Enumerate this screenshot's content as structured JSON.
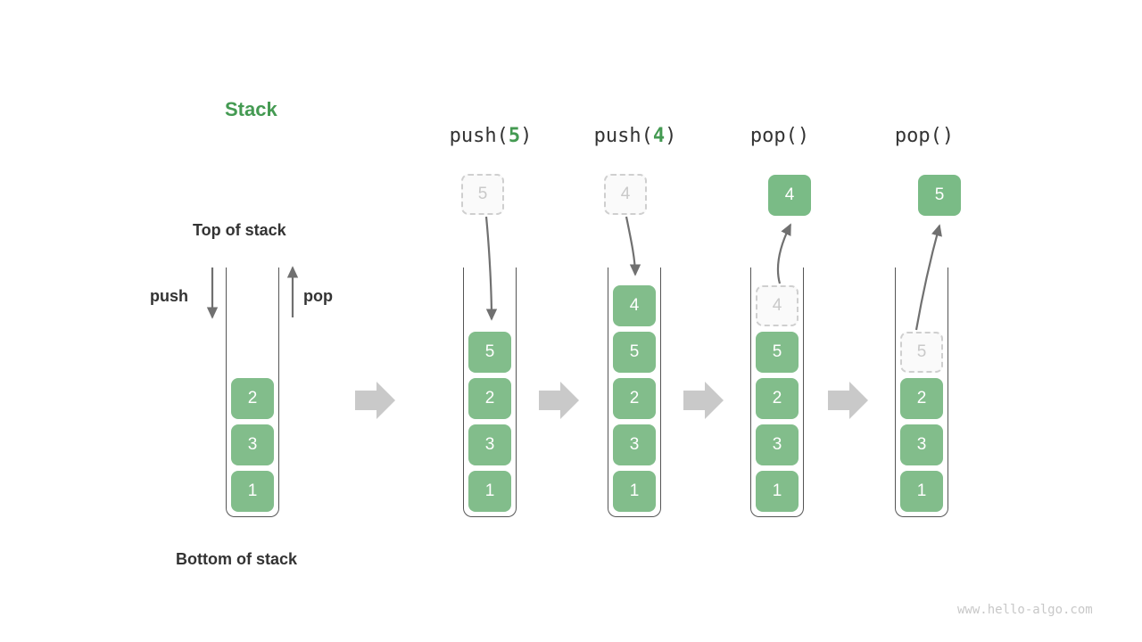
{
  "diagram": {
    "title": "Stack",
    "top_label": "Top of stack",
    "bottom_label": "Bottom of stack",
    "push_label": "push",
    "pop_label": "pop",
    "watermark": "www.hello-algo.com",
    "colors": {
      "accent_green": "#449a52",
      "box_green": "#82bd8b",
      "ghost_border": "#cfcfcf",
      "ghost_text": "#c9c9c9",
      "arrow_gray": "#707070",
      "flow_arrow_gray": "#c9c9c9",
      "text_dark": "#333333",
      "frame_gray": "#555555"
    }
  },
  "columns": [
    {
      "id": "initial",
      "header": null,
      "header_prefix": "",
      "header_arg": "",
      "header_suffix": "",
      "stack": [
        "1",
        "3",
        "2"
      ],
      "ghost_in_stack": null,
      "incoming": null,
      "outgoing": null
    },
    {
      "id": "push-5",
      "header": "push(5)",
      "header_prefix": "push(",
      "header_arg": "5",
      "header_suffix": ")",
      "stack": [
        "1",
        "3",
        "2",
        "5"
      ],
      "ghost_in_stack": null,
      "incoming": "5",
      "outgoing": null
    },
    {
      "id": "push-4",
      "header": "push(4)",
      "header_prefix": "push(",
      "header_arg": "4",
      "header_suffix": ")",
      "stack": [
        "1",
        "3",
        "2",
        "5",
        "4"
      ],
      "ghost_in_stack": null,
      "incoming": "4",
      "outgoing": null
    },
    {
      "id": "pop-4",
      "header": "pop()",
      "header_prefix": "pop(",
      "header_arg": "",
      "header_suffix": ")",
      "stack": [
        "1",
        "3",
        "2",
        "5"
      ],
      "ghost_in_stack": "4",
      "incoming": null,
      "outgoing": "4"
    },
    {
      "id": "pop-5",
      "header": "pop()",
      "header_prefix": "pop(",
      "header_arg": "",
      "header_suffix": ")",
      "stack": [
        "1",
        "3",
        "2"
      ],
      "ghost_in_stack": "5",
      "incoming": null,
      "outgoing": "5"
    }
  ],
  "flow_arrows": [
    {
      "id": "flow-1"
    },
    {
      "id": "flow-2"
    },
    {
      "id": "flow-3"
    },
    {
      "id": "flow-4"
    }
  ]
}
